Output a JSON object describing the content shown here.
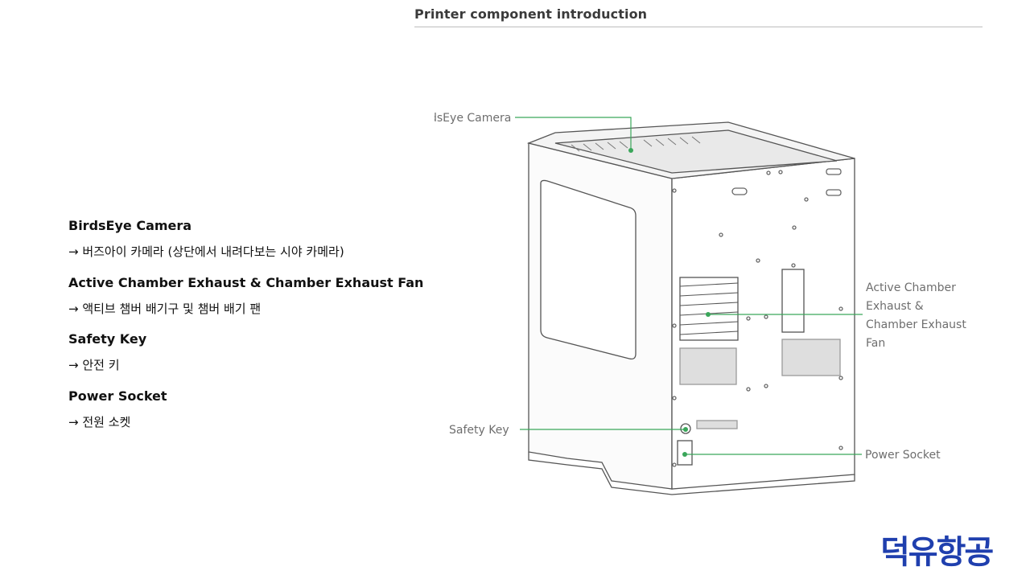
{
  "header": {
    "title": "Printer component introduction"
  },
  "descriptions": [
    {
      "title": "BirdsEye Camera",
      "korean": "→ 버즈아이 카메라 (상단에서 내려다보는 시야 카메라)"
    },
    {
      "title": "Active Chamber Exhaust & Chamber Exhaust Fan",
      "korean": "→ 액티브 챔버 배기구 및 챔버 배기 팬"
    },
    {
      "title": "Safety Key",
      "korean": "→ 안전 키"
    },
    {
      "title": "Power Socket",
      "korean": "→ 전원 소켓"
    }
  ],
  "diagram": {
    "callouts": {
      "camera": "BirdsEye Camera",
      "exhaust_line1": "Active Chamber",
      "exhaust_line2": "Exhaust &",
      "exhaust_line3": "Chamber Exhaust",
      "exhaust_line4": "Fan",
      "safety": "Safety Key",
      "power": "Power Socket"
    },
    "colors": {
      "leader": "#3aa65a",
      "outline": "#555555"
    }
  },
  "logo": {
    "text": "덕유항공",
    "color": "#1f3fae"
  }
}
